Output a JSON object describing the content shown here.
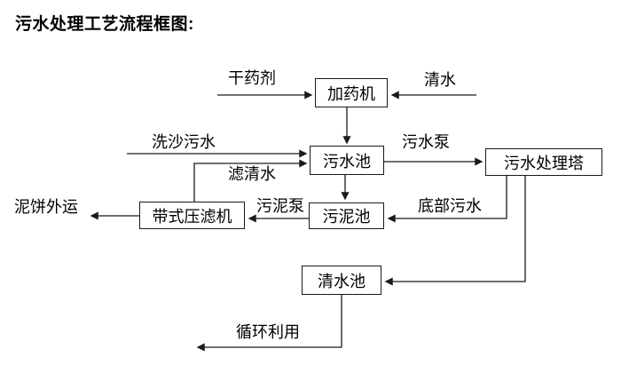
{
  "title": "污水处理工艺流程框图:",
  "diagram": {
    "nodes": [
      {
        "id": "dosing-machine",
        "label": "加药机"
      },
      {
        "id": "sewage-pool",
        "label": "污水池"
      },
      {
        "id": "sewage-treatment-tower",
        "label": "污水处理塔"
      },
      {
        "id": "sludge-pool",
        "label": "污泥池"
      },
      {
        "id": "belt-filter-press",
        "label": "带式压滤机"
      },
      {
        "id": "clear-water-pool",
        "label": "清水池"
      }
    ],
    "edges": [
      {
        "label": "干药剂",
        "from": "external-input",
        "to": "加药机"
      },
      {
        "label": "清水",
        "from": "external-input",
        "to": "加药机"
      },
      {
        "label": "",
        "from": "加药机",
        "to": "污水池"
      },
      {
        "label": "洗沙污水",
        "from": "external-input",
        "to": "污水池"
      },
      {
        "label": "滤清水",
        "from": "带式压滤机",
        "to": "污水池"
      },
      {
        "label": "污水泵",
        "from": "污水池",
        "to": "污水处理塔"
      },
      {
        "label": "",
        "from": "污水池",
        "to": "污泥池"
      },
      {
        "label": "底部污水",
        "from": "污水处理塔",
        "to": "污泥池"
      },
      {
        "label": "污泥泵",
        "from": "污泥池",
        "to": "带式压滤机"
      },
      {
        "label": "泥饼外运",
        "from": "带式压滤机",
        "to": "external-output"
      },
      {
        "label": "",
        "from": "污水处理塔",
        "to": "清水池"
      },
      {
        "label": "循环利用",
        "from": "清水池",
        "to": "external-output"
      }
    ],
    "colors": {
      "background": "#ffffff",
      "line": "#1a1a1a",
      "text": "#000000",
      "box_border": "#1a1a1a"
    }
  }
}
